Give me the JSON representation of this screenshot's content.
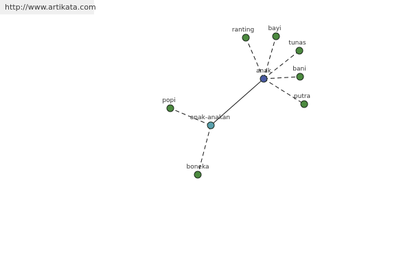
{
  "header": {
    "url_text": "http://www.artikata.com"
  },
  "colors": {
    "leaf_node": "#4c8a3f",
    "hub_primary": "#4a5aa3",
    "hub_secondary": "#5aa0ad",
    "edge": "#111111"
  },
  "graph": {
    "nodes": [
      {
        "id": "anak",
        "label": "anak",
        "kind": "hub_primary"
      },
      {
        "id": "anak-anakan",
        "label": "anak-anakan",
        "kind": "hub_secondary"
      },
      {
        "id": "ranting",
        "label": "ranting",
        "kind": "leaf"
      },
      {
        "id": "bayi",
        "label": "bayi",
        "kind": "leaf"
      },
      {
        "id": "tunas",
        "label": "tunas",
        "kind": "leaf"
      },
      {
        "id": "bani",
        "label": "bani",
        "kind": "leaf"
      },
      {
        "id": "putra",
        "label": "putra",
        "kind": "leaf"
      },
      {
        "id": "popi",
        "label": "popi",
        "kind": "leaf"
      },
      {
        "id": "boneka",
        "label": "boneka",
        "kind": "leaf"
      }
    ],
    "edges": [
      {
        "from": "anak",
        "to": "ranting",
        "style": "dashed"
      },
      {
        "from": "anak",
        "to": "bayi",
        "style": "dashed"
      },
      {
        "from": "anak",
        "to": "tunas",
        "style": "dashed"
      },
      {
        "from": "anak",
        "to": "bani",
        "style": "dashed"
      },
      {
        "from": "anak",
        "to": "putra",
        "style": "dashed"
      },
      {
        "from": "anak",
        "to": "anak-anakan",
        "style": "solid"
      },
      {
        "from": "anak-anakan",
        "to": "popi",
        "style": "dashed"
      },
      {
        "from": "anak-anakan",
        "to": "boneka",
        "style": "dashed"
      }
    ]
  }
}
